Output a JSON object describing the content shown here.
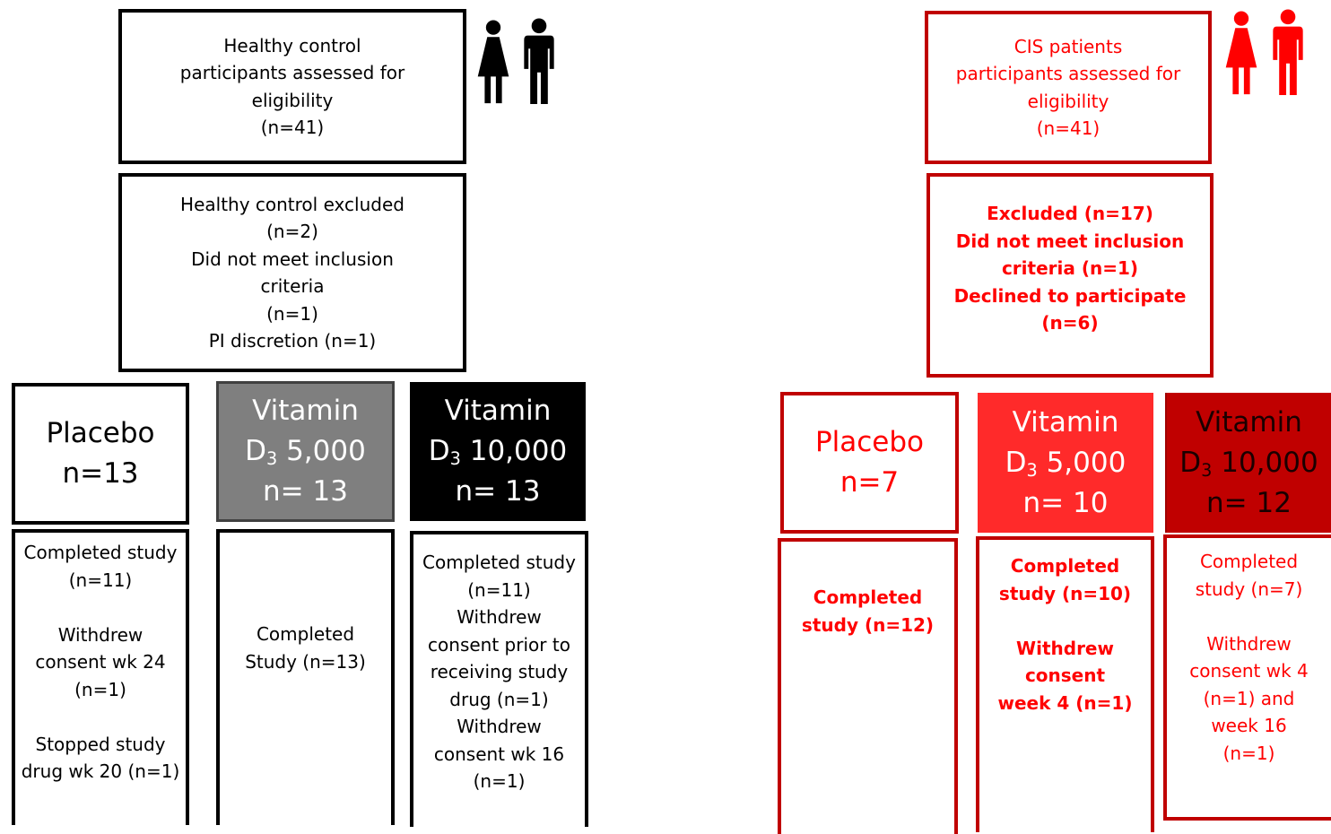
{
  "colors": {
    "black": "#000000",
    "gray": "#7f7f7f",
    "red_text": "#ff0000",
    "red_border": "#c00000",
    "bright_red": "#ff2a2a",
    "dark_red": "#c00000"
  },
  "icons": [
    "woman-icon",
    "man-icon"
  ],
  "healthy": {
    "assessed": [
      "Healthy control",
      "participants assessed for",
      "eligibility",
      "(n=41)"
    ],
    "excluded": [
      "Healthy control excluded",
      "(n=2)",
      "Did not meet inclusion",
      "criteria",
      "(n=1)",
      "PI discretion (n=1)"
    ],
    "groups": {
      "placebo": {
        "line1": "Placebo",
        "line2": "n=13"
      },
      "d5000": {
        "line1": "Vitamin",
        "line2_prefix": "D",
        "line2_sub": "3",
        "line2_suffix": " 5,000",
        "line3": "n= 13"
      },
      "d10000": {
        "line1": "Vitamin",
        "line2_prefix": "D",
        "line2_sub": "3",
        "line2_suffix": " 10,000",
        "line3": "n= 13"
      }
    },
    "outcomes": {
      "placebo": [
        "Completed study",
        "(n=11)",
        "",
        "Withdrew",
        "consent wk 24",
        "(n=1)",
        "",
        "Stopped study",
        "drug wk 20 (n=1)"
      ],
      "d5000": [
        "Completed",
        "Study (n=13)"
      ],
      "d10000": [
        "Completed study",
        "(n=11)",
        "Withdrew",
        "consent prior to",
        "receiving study",
        "drug (n=1)",
        "Withdrew",
        "consent wk 16",
        "(n=1)"
      ]
    }
  },
  "cis": {
    "assessed": [
      "CIS patients",
      "participants assessed for",
      "eligibility",
      "(n=41)"
    ],
    "excluded": [
      "Excluded (n=17)",
      "Did not meet inclusion",
      "criteria (n=1)",
      "Declined to participate",
      "(n=6)"
    ],
    "groups": {
      "placebo": {
        "line1": "Placebo",
        "line2": "n=7"
      },
      "d5000": {
        "line1": "Vitamin",
        "line2_prefix": "D",
        "line2_sub": "3",
        "line2_suffix": " 5,000",
        "line3": "n= 10"
      },
      "d10000": {
        "line1": "Vitamin",
        "line2_prefix": "D",
        "line2_sub": "3",
        "line2_suffix": " 10,000",
        "line3": "n= 12"
      }
    },
    "outcomes": {
      "placebo": [
        "Completed",
        "study (n=12)"
      ],
      "d5000": [
        "Completed",
        "study (n=10)",
        "",
        "Withdrew",
        "consent",
        "week 4 (n=1)"
      ],
      "d10000": [
        "Completed",
        "study (n=7)",
        "",
        "Withdrew",
        "consent wk 4",
        "(n=1) and",
        "week 16",
        "(n=1)"
      ]
    }
  }
}
